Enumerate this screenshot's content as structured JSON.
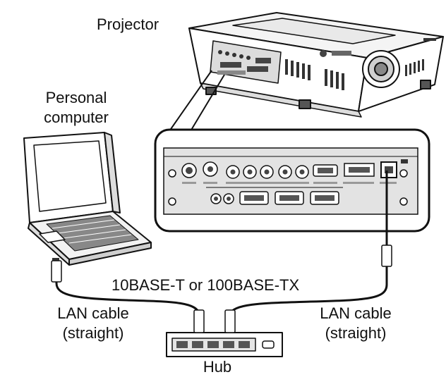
{
  "labels": {
    "projector": "Projector",
    "personal_computer_line1": "Personal",
    "personal_computer_line2": "computer",
    "network_standard": "10BASE-T or 100BASE-TX",
    "lan_cable_left_line1": "LAN cable",
    "lan_cable_left_line2": "(straight)",
    "lan_cable_right_line1": "LAN cable",
    "lan_cable_right_line2": "(straight)",
    "hub": "Hub"
  },
  "colors": {
    "line": "#111111",
    "body": "#ffffff",
    "panel": "#e6e6e6",
    "body_shade": "#d9d9d9",
    "dark": "#333333"
  }
}
